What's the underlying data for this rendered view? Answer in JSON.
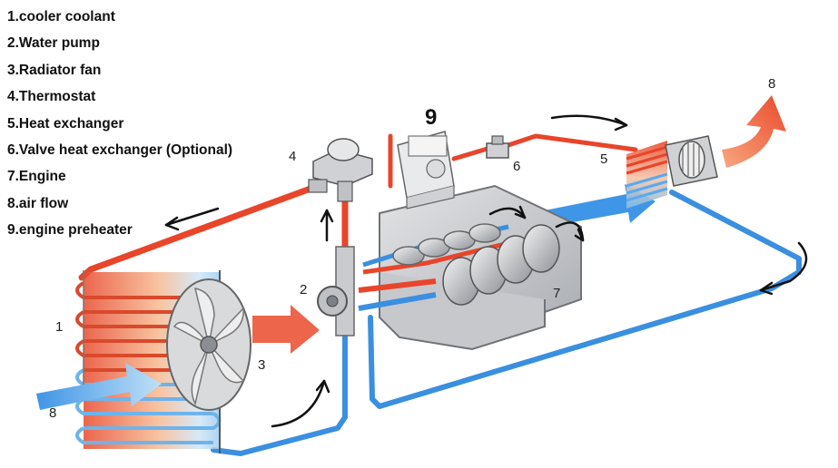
{
  "legend": [
    "1.cooler coolant",
    "2.Water pump",
    "3.Radiator fan",
    "4.Thermostat",
    "5.Heat exchanger",
    "6.Valve heat exchanger (Optional)",
    "7.Engine",
    "8.air flow",
    "9.engine preheater"
  ],
  "callouts": {
    "radiator": "1",
    "water_pump": "2",
    "radiator_fan": "3",
    "thermostat": "4",
    "heat_exchanger": "5",
    "valve": "6",
    "engine": "7",
    "air_flow_in": "8",
    "air_flow_out": "8",
    "preheater": "9"
  },
  "colors": {
    "hot_pipe": "#e8452b",
    "cold_pipe": "#3a8fe0",
    "air_arrow_hot": "#ee5a33",
    "air_arrow_cold": "#3f95e6",
    "metal": "#b9bcc0"
  },
  "icons": {
    "radiator": "radiator-icon",
    "fan": "fan-icon",
    "pump": "water-pump-icon",
    "thermostat": "thermostat-icon",
    "engine": "engine-icon",
    "preheater": "preheater-icon",
    "valve": "valve-icon",
    "heat_exchanger": "heat-exchanger-icon"
  }
}
